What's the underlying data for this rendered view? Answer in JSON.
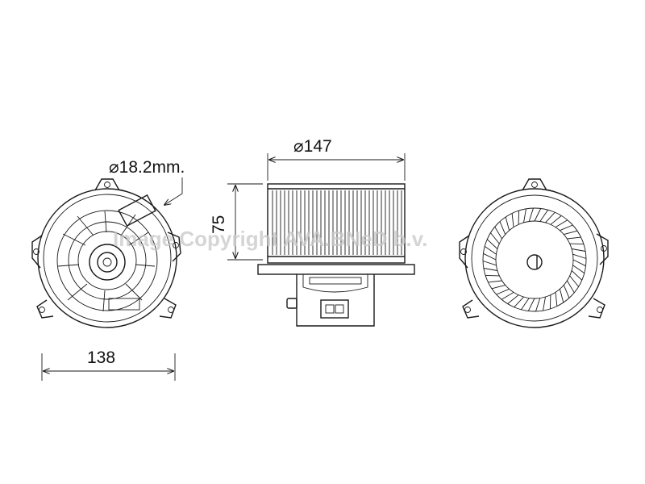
{
  "dimensions": {
    "shaft_diameter": "18.2mm.",
    "fan_diameter": "147",
    "fan_height": "75",
    "flange_width": "138"
  },
  "diameter_symbol": "⌀",
  "watermark": "Image Copyright AVA.BNeD b.v.",
  "views": [
    "left-view-motor-side",
    "side-view",
    "right-view-fan-side"
  ]
}
